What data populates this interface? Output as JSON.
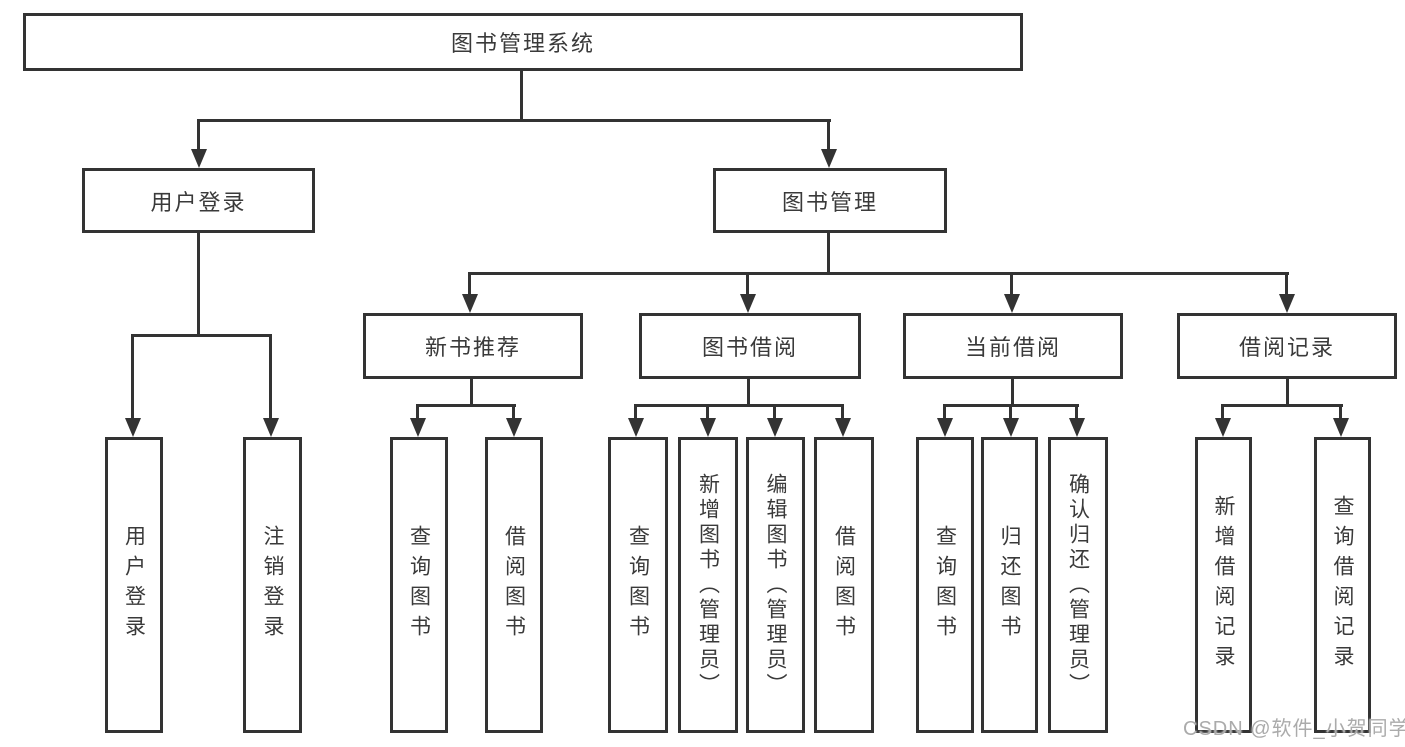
{
  "diagram": {
    "root": {
      "label": "图书管理系统"
    },
    "level1": [
      {
        "label": "用户登录"
      },
      {
        "label": "图书管理"
      }
    ],
    "level2": [
      {
        "label": "新书推荐"
      },
      {
        "label": "图书借阅"
      },
      {
        "label": "当前借阅"
      },
      {
        "label": "借阅记录"
      }
    ],
    "leaves": {
      "user_login": [
        "用户登录",
        "注销登录"
      ],
      "new_book": [
        "查询图书",
        "借阅图书"
      ],
      "book_borrow": [
        "查询图书",
        "新增图书（管理员）",
        "编辑图书（管理员）",
        "借阅图书"
      ],
      "current_borrow": [
        "查询图书",
        "归还图书",
        "确认归还（管理员）"
      ],
      "borrow_records": [
        "新增借阅记录",
        "查询借阅记录"
      ]
    }
  },
  "watermark": "CSDN @软件_小贺同学",
  "colors": {
    "line": "#333333",
    "text": "#3a3a3a",
    "watermark": "#ababab",
    "background": "#ffffff"
  }
}
